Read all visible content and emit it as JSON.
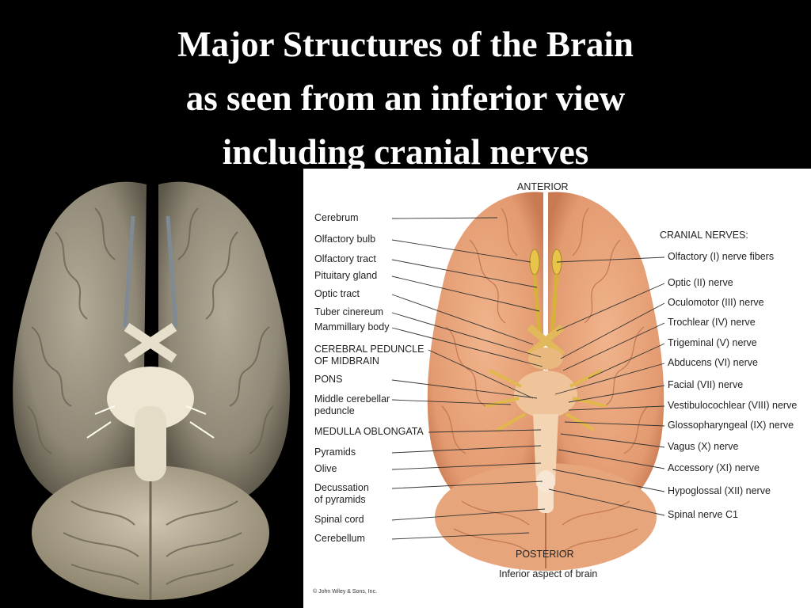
{
  "title": {
    "line1": "Major Structures of the Brain",
    "line2": "as seen from an inferior view",
    "line3": "including cranial nerves"
  },
  "diagram": {
    "anterior": "ANTERIOR",
    "posterior": "POSTERIOR",
    "caption": "Inferior aspect of brain",
    "copyright": "© John Wiley & Sons, Inc.",
    "cranial_header": "CRANIAL NERVES:",
    "left_labels": [
      {
        "id": "cerebrum",
        "line1": "Cerebrum",
        "line2": ""
      },
      {
        "id": "olfactory-bulb",
        "line1": "Olfactory bulb",
        "line2": ""
      },
      {
        "id": "olfactory-tract",
        "line1": "Olfactory tract",
        "line2": ""
      },
      {
        "id": "pituitary-gland",
        "line1": "Pituitary gland",
        "line2": ""
      },
      {
        "id": "optic-tract",
        "line1": "Optic tract",
        "line2": ""
      },
      {
        "id": "tuber-cinereum",
        "line1": "Tuber cinereum",
        "line2": ""
      },
      {
        "id": "mammillary-body",
        "line1": "Mammillary body",
        "line2": ""
      },
      {
        "id": "cerebral-peduncle",
        "line1": "CEREBRAL PEDUNCLE",
        "line2": "OF MIDBRAIN"
      },
      {
        "id": "pons",
        "line1": "PONS",
        "line2": ""
      },
      {
        "id": "middle-cerebellar-peduncle",
        "line1": "Middle cerebellar",
        "line2": "peduncle"
      },
      {
        "id": "medulla-oblongata",
        "line1": "MEDULLA OBLONGATA",
        "line2": ""
      },
      {
        "id": "pyramids",
        "line1": "Pyramids",
        "line2": ""
      },
      {
        "id": "olive",
        "line1": "Olive",
        "line2": ""
      },
      {
        "id": "decussation",
        "line1": "Decussation",
        "line2": "of pyramids"
      },
      {
        "id": "spinal-cord",
        "line1": "Spinal cord",
        "line2": ""
      },
      {
        "id": "cerebellum",
        "line1": "Cerebellum",
        "line2": ""
      }
    ],
    "right_labels": [
      {
        "id": "olfactory-nerve",
        "label": "Olfactory (I) nerve fibers"
      },
      {
        "id": "optic-nerve",
        "label": "Optic (II) nerve"
      },
      {
        "id": "oculomotor-nerve",
        "label": "Oculomotor (III) nerve"
      },
      {
        "id": "trochlear-nerve",
        "label": "Trochlear (IV) nerve"
      },
      {
        "id": "trigeminal-nerve",
        "label": "Trigeminal (V) nerve"
      },
      {
        "id": "abducens-nerve",
        "label": "Abducens (VI) nerve"
      },
      {
        "id": "facial-nerve",
        "label": "Facial (VII) nerve"
      },
      {
        "id": "vestibulocochlear-nerve",
        "label": "Vestibulocochlear (VIII) nerve"
      },
      {
        "id": "glossopharyngeal-nerve",
        "label": "Glossopharyngeal (IX) nerve"
      },
      {
        "id": "vagus-nerve",
        "label": "Vagus (X) nerve"
      },
      {
        "id": "accessory-nerve",
        "label": "Accessory (XI) nerve"
      },
      {
        "id": "hypoglossal-nerve",
        "label": "Hypoglossal (XII) nerve"
      },
      {
        "id": "spinal-nerve-c1",
        "label": "Spinal nerve C1"
      }
    ]
  }
}
